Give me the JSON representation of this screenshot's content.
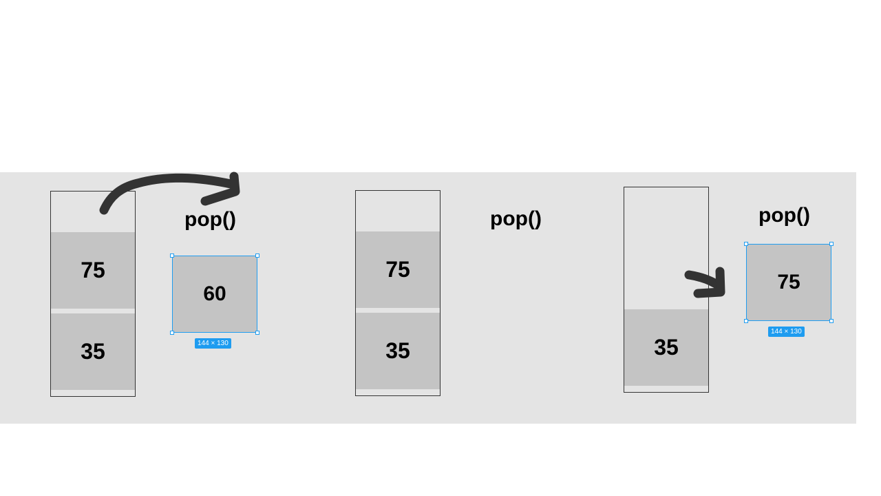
{
  "colors": {
    "band": "#e4e4e4",
    "cell": "#c4c4c4",
    "selection": "#1e9cf0",
    "arrow": "#333333"
  },
  "icons": [
    "curved-arrow-icon",
    "short-arrow-icon"
  ],
  "panels": [
    {
      "stack": [
        "75",
        "35"
      ],
      "operation": "pop()",
      "popped": "60",
      "size_label": "144 × 130"
    },
    {
      "stack": [
        "75",
        "35"
      ],
      "operation": "pop()"
    },
    {
      "stack": [
        "35"
      ],
      "operation": "pop()",
      "popped": "75",
      "size_label": "144 × 130"
    }
  ]
}
